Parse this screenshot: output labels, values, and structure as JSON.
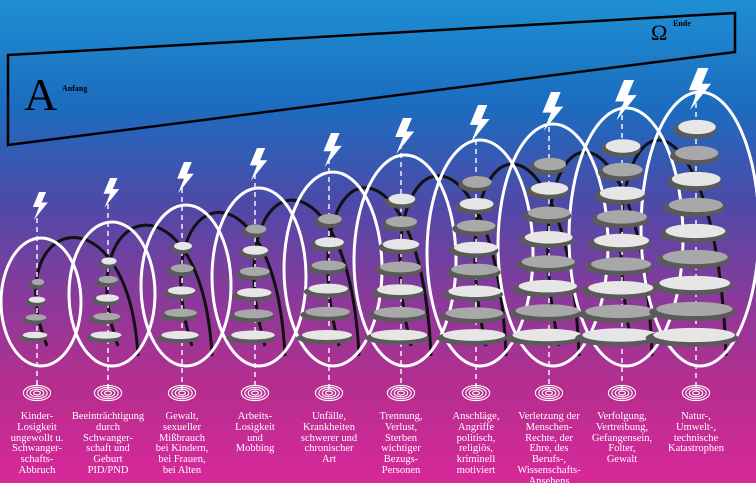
{
  "arrow": {
    "start_letter": "A",
    "start_label": "Anfang",
    "end_letter": "Ω",
    "end_label": "Ende"
  },
  "stages": [
    {
      "label": "Kinder-\nLosigkeit\nungewollt u.\nSchwanger-\nschafts-\nAbbruch"
    },
    {
      "label": "Beeinträchtigung\ndurch Schwanger-\nschaft und\nGeburt\nPID/PND"
    },
    {
      "label": "Gewalt,\nsexueller\nMißbrauch\nbei Kindern,\nbei Frauen,\nbei Alten"
    },
    {
      "label": "Arbeits-\nLosigkeit\nund\nMobbing"
    },
    {
      "label": "Unfälle,\nKrankheiten\nschwerer und\nchronischer\nArt"
    },
    {
      "label": "Trennung,\nVerlust,\nSterben\nwichtiger\nBezugs-\nPersonen"
    },
    {
      "label": "Anschläge,\nAngriffe\npolitisch,\nreligiös,\nkriminell\nmotiviert"
    },
    {
      "label": "Verletzung der\nMenschen-\nRechte, der\nEhre, des Berufs-,\nWissenschafts-\nAnsehens"
    },
    {
      "label": "Verfolgung,\nVertreibung,\nGefangensein,\nFolter,\nGewalt"
    },
    {
      "label": "Natur-,\nUmwelt-,\ntechnische\nKatastrophen"
    }
  ],
  "colors": {
    "loop": "#ffffff",
    "dark_loop": "#111111",
    "bolt": "#ffffff",
    "spiral_light": "#e6e6e6",
    "spiral_mid": "#a8a8a8",
    "spiral_dark": "#5a5a5a"
  },
  "icons": {
    "impact": "lightning-bolt",
    "origin": "concentric-spiral",
    "growth": "vortex-cone"
  }
}
